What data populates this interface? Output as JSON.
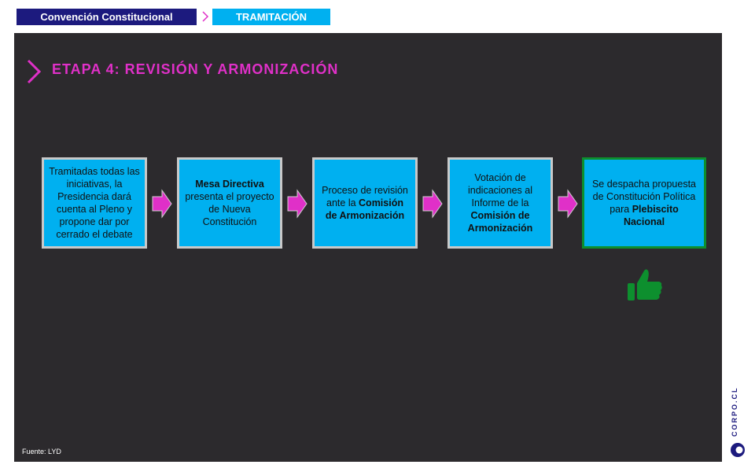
{
  "breadcrumb": {
    "section": "Convención Constitucional",
    "current": "TRAMITACIÓN"
  },
  "slide": {
    "title": "ETAPA 4: REVISIÓN Y ARMONIZACIÓN",
    "steps": [
      {
        "parts": [
          {
            "t": "Tramitadas todas las iniciativas, la Presidencia dará cuenta al Pleno y propone dar por cerrado el debate",
            "b": false
          }
        ]
      },
      {
        "parts": [
          {
            "t": "Mesa Directiva",
            "b": true
          },
          {
            "t": " presenta el proyecto de Nueva Constitución",
            "b": false
          }
        ]
      },
      {
        "parts": [
          {
            "t": "Proceso de revisión ante la ",
            "b": false
          },
          {
            "t": "Comisión de Armonización",
            "b": true
          }
        ]
      },
      {
        "parts": [
          {
            "t": "Votación de indicaciones al Informe de la ",
            "b": false
          },
          {
            "t": "Comisión de Armonización",
            "b": true
          }
        ]
      },
      {
        "parts": [
          {
            "t": "Se despacha propuesta de Constitución Política para ",
            "b": false
          },
          {
            "t": "Plebiscito Nacional",
            "b": true
          }
        ]
      }
    ],
    "source": "Fuente: LYD"
  },
  "logo": {
    "text": "CORPO.CL"
  },
  "colors": {
    "navy": "#1c1a7e",
    "cyan": "#00b0f0",
    "magenta": "#e030c8",
    "green": "#0d8f2e",
    "background": "#2c2a2d"
  },
  "icons": [
    "chevron-right-icon",
    "arrow-right-icon",
    "thumbs-up-icon",
    "corpo-logo-icon"
  ]
}
